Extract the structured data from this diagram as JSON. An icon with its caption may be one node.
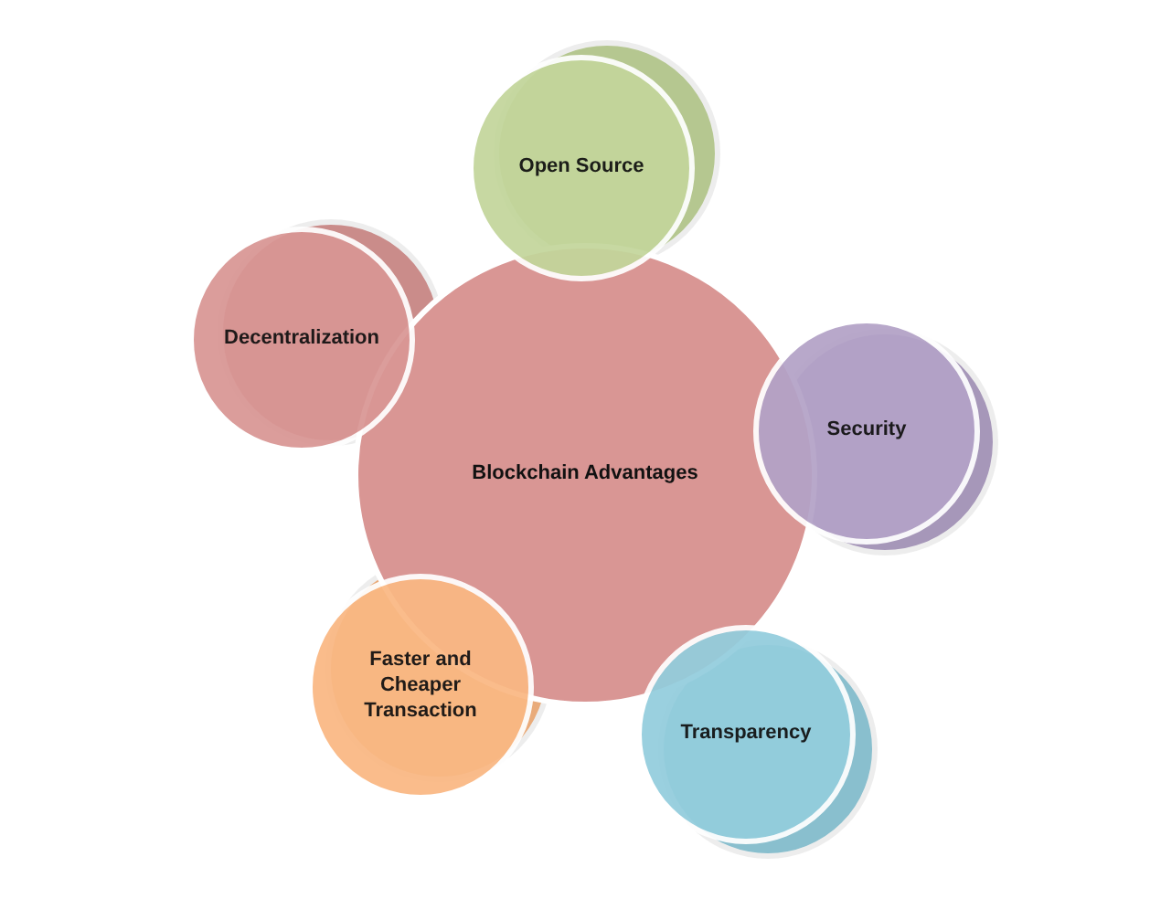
{
  "diagram": {
    "nodes": [
      {
        "text": [
          "Blockchain Advantages"
        ]
      },
      {
        "text": [
          "Open Source"
        ]
      },
      {
        "text": [
          "Decentralization"
        ]
      },
      {
        "text": [
          "Security"
        ]
      },
      {
        "text": [
          "Transparency"
        ]
      },
      {
        "text": [
          "Faster and Cheaper Transaction"
        ]
      }
    ]
  }
}
